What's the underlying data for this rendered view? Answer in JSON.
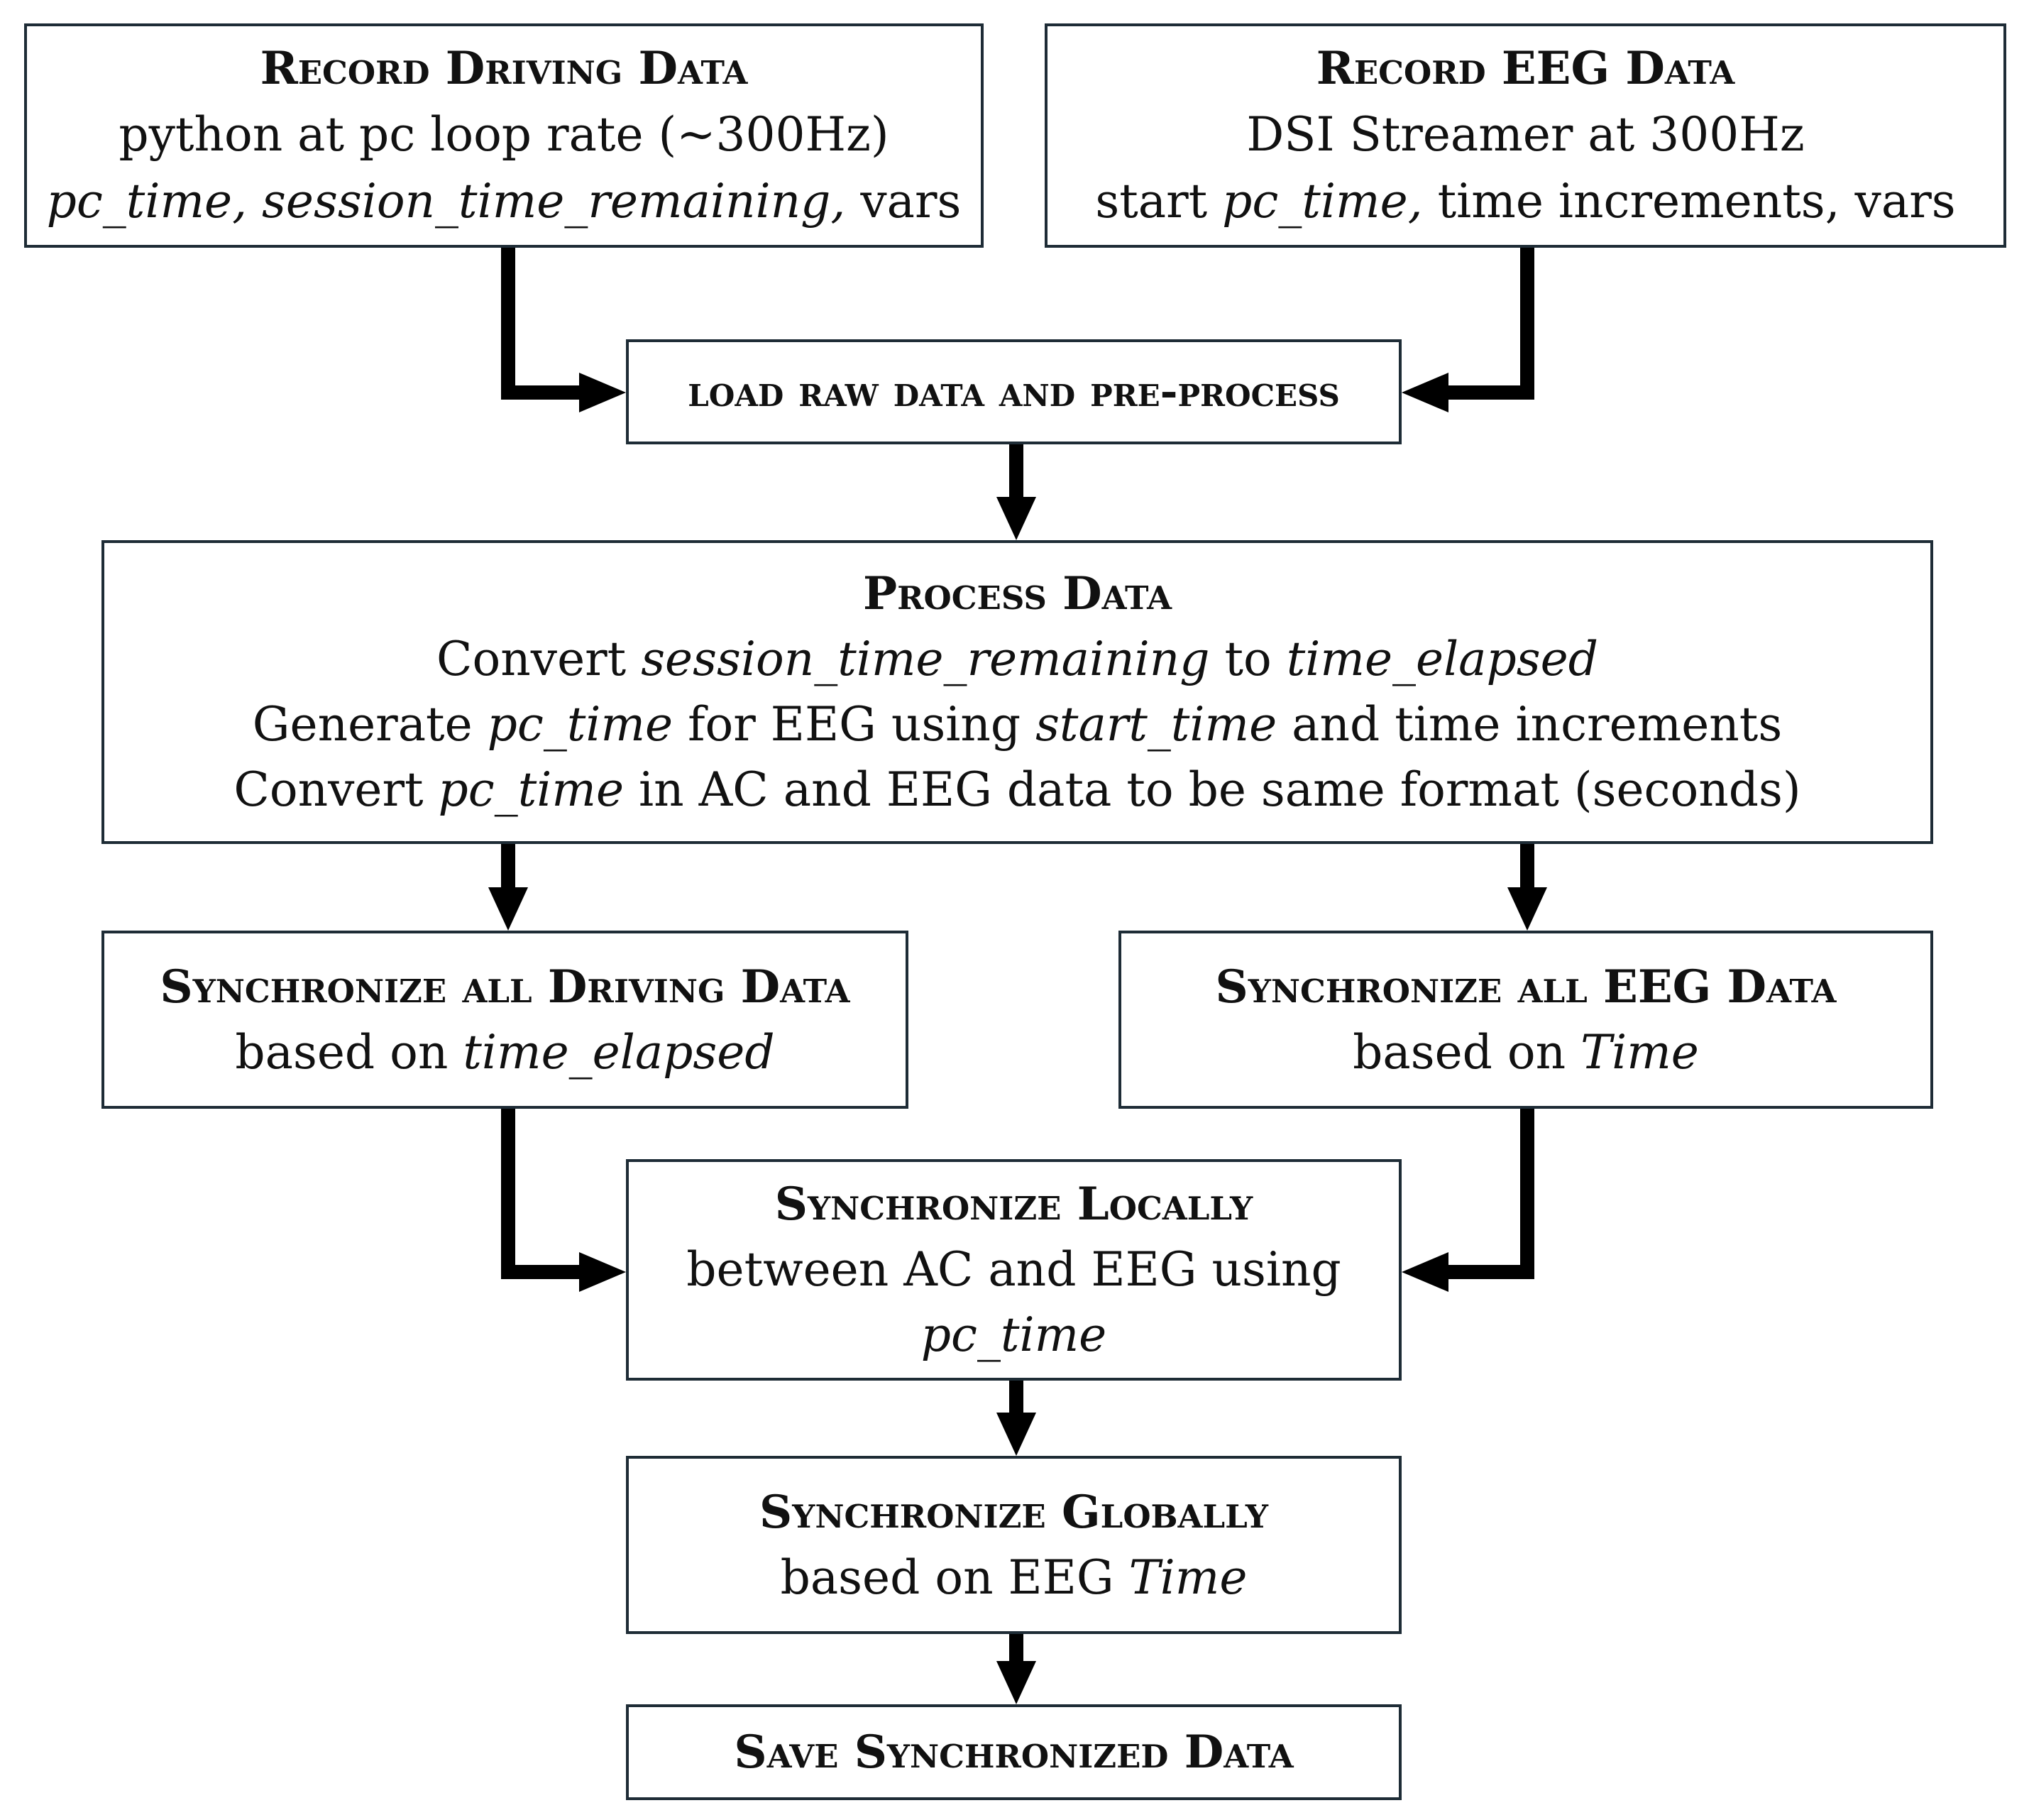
{
  "record_driving": {
    "title": "Record Driving Data",
    "line1": "python at pc loop rate (~300Hz)",
    "line2_italic": "pc_time, session_time_remaining,",
    "line2_rest": " vars"
  },
  "record_eeg": {
    "title": "Record EEG Data",
    "line1": "DSI Streamer at 300Hz",
    "line2_a": "start ",
    "line2_italic": "pc_time,",
    "line2_rest": " time increments, vars"
  },
  "load": {
    "title": "load raw data and pre-process"
  },
  "process": {
    "title": "Process Data",
    "l1_a": "Convert ",
    "l1_i1": "session_time_remaining",
    "l1_b": " to ",
    "l1_i2": "time_elapsed",
    "l2_a": "Generate ",
    "l2_i1": "pc_time",
    "l2_b": " for EEG using ",
    "l2_i2": "start_time",
    "l2_c": " and time increments",
    "l3_a": "Convert ",
    "l3_i1": "pc_time",
    "l3_b": " in AC and EEG data to be same format (seconds)"
  },
  "sync_driving": {
    "title": "Synchronize all Driving Data",
    "line_a": "based on ",
    "line_italic": "time_elapsed"
  },
  "sync_eeg": {
    "title": "Synchronize all EEG Data",
    "line_a": "based on ",
    "line_italic": "Time"
  },
  "sync_local": {
    "title": "Synchronize Locally",
    "line1": "between AC and EEG using",
    "line2_italic": "pc_time"
  },
  "sync_global": {
    "title": "Synchronize Globally",
    "line_a": "based on EEG ",
    "line_italic": "Time"
  },
  "save": {
    "title": "Save Synchronized Data"
  },
  "colors": {
    "border": "#1e2c36",
    "arrow": "#000000",
    "text": "#111111"
  }
}
